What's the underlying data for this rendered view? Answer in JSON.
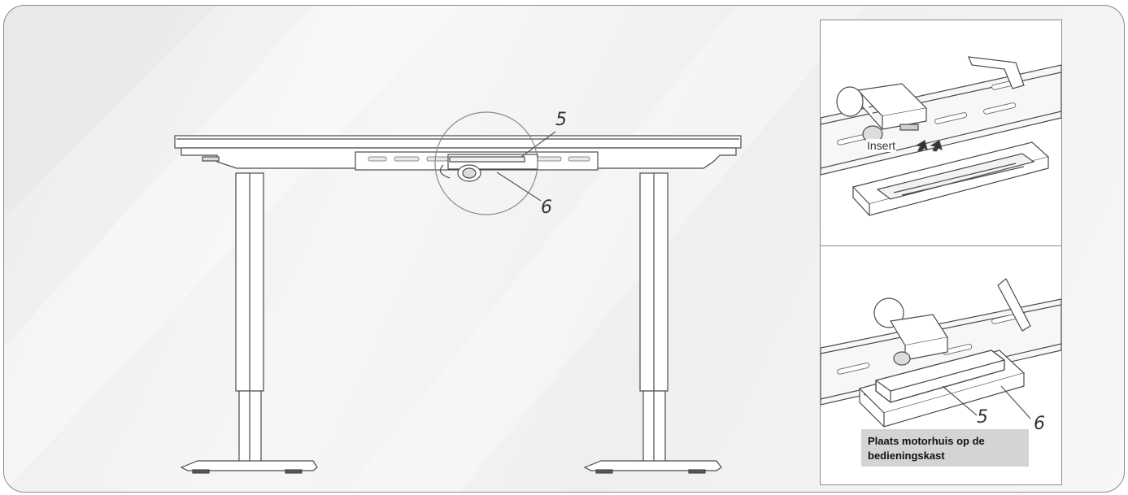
{
  "main": {
    "callout_5": "5",
    "callout_6": "6"
  },
  "detail_top": {
    "insert_label": "Insert"
  },
  "detail_bottom": {
    "callout_5": "5",
    "callout_6": "6",
    "caption": "Plaats motorhuis op de bedieningskast"
  }
}
